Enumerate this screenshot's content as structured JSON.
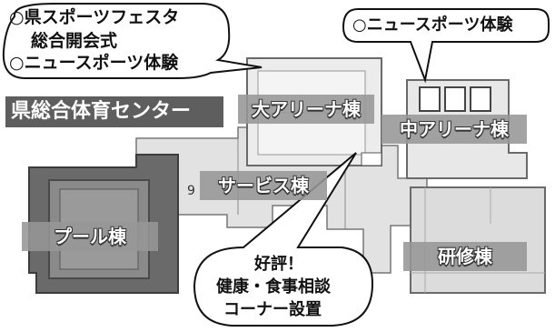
{
  "venue": {
    "title": "県総合体育センター"
  },
  "buildings": [
    {
      "key": "large_arena",
      "label": "大アリーナ棟"
    },
    {
      "key": "mid_arena",
      "label": "中アリーナ棟"
    },
    {
      "key": "service",
      "label": "サービス棟"
    },
    {
      "key": "pool",
      "label": "プール棟"
    },
    {
      "key": "training",
      "label": "研修棟"
    }
  ],
  "callouts": {
    "top_left": {
      "lines": [
        "○県スポーツフェスタ",
        "総合開会式",
        "○ニュースポーツ体験"
      ]
    },
    "top_right": {
      "lines": [
        "○ニュースポーツ体験"
      ]
    },
    "bottom": {
      "lines": [
        "好評！",
        "健康・食事相談",
        "コーナー設置"
      ]
    }
  },
  "map_marks": {
    "small_number": "9"
  },
  "colors": {
    "building_fill": "#e6e6e6",
    "building_dark": "#555555",
    "label_bg": "#969696",
    "title_bg": "#5e5e5e"
  }
}
